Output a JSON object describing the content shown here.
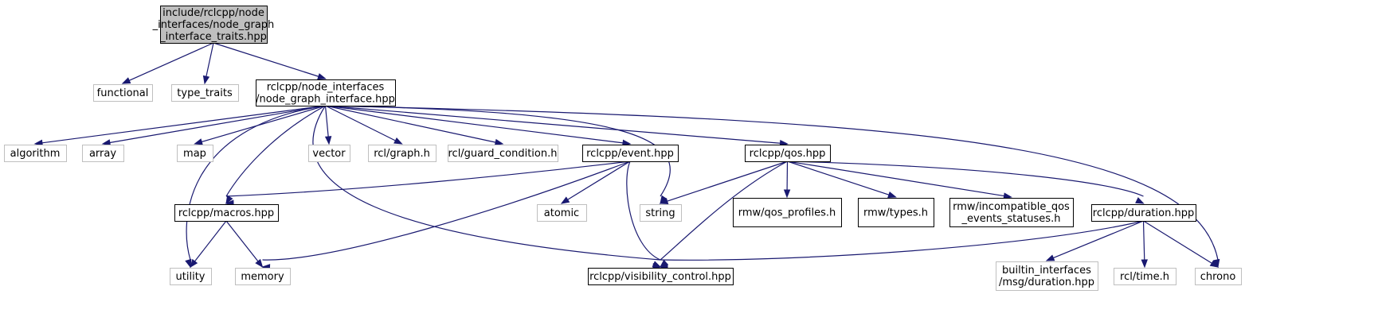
{
  "colors": {
    "root_fill": "#bfbfbf",
    "root_stroke": "#000000",
    "local_stroke": "#000000",
    "system_stroke": "#bfbfbf",
    "text": "#000000",
    "edge": "#191970"
  },
  "nodes": [
    {
      "id": "root",
      "kind": "root",
      "lines": [
        "include/rclcpp/node",
        "_interfaces/node_graph",
        "_interface_traits.hpp"
      ]
    },
    {
      "id": "functional",
      "kind": "system",
      "lines": [
        "functional"
      ]
    },
    {
      "id": "type_traits",
      "kind": "system",
      "lines": [
        "type_traits"
      ]
    },
    {
      "id": "ngi",
      "kind": "local",
      "lines": [
        "rclcpp/node_interfaces",
        "/node_graph_interface.hpp"
      ]
    },
    {
      "id": "algorithm",
      "kind": "system",
      "lines": [
        "algorithm"
      ]
    },
    {
      "id": "array",
      "kind": "system",
      "lines": [
        "array"
      ]
    },
    {
      "id": "map",
      "kind": "system",
      "lines": [
        "map"
      ]
    },
    {
      "id": "vector",
      "kind": "system",
      "lines": [
        "vector"
      ]
    },
    {
      "id": "rcl_graph",
      "kind": "system",
      "lines": [
        "rcl/graph.h"
      ]
    },
    {
      "id": "rcl_guard",
      "kind": "system",
      "lines": [
        "rcl/guard_condition.h"
      ]
    },
    {
      "id": "event",
      "kind": "local",
      "lines": [
        "rclcpp/event.hpp"
      ]
    },
    {
      "id": "qos",
      "kind": "local",
      "lines": [
        "rclcpp/qos.hpp"
      ]
    },
    {
      "id": "macros",
      "kind": "local",
      "lines": [
        "rclcpp/macros.hpp"
      ]
    },
    {
      "id": "atomic",
      "kind": "system",
      "lines": [
        "atomic"
      ]
    },
    {
      "id": "string",
      "kind": "system",
      "lines": [
        "string"
      ]
    },
    {
      "id": "qos_profiles",
      "kind": "local",
      "lines": [
        "rmw/qos_profiles.h"
      ]
    },
    {
      "id": "rmw_types",
      "kind": "local",
      "lines": [
        "rmw/types.h"
      ]
    },
    {
      "id": "incompat",
      "kind": "local",
      "lines": [
        "rmw/incompatible_qos",
        "_events_statuses.h"
      ]
    },
    {
      "id": "duration",
      "kind": "local",
      "lines": [
        "rclcpp/duration.hpp"
      ]
    },
    {
      "id": "utility",
      "kind": "system",
      "lines": [
        "utility"
      ]
    },
    {
      "id": "memory",
      "kind": "system",
      "lines": [
        "memory"
      ]
    },
    {
      "id": "visibility",
      "kind": "local",
      "lines": [
        "rclcpp/visibility_control.hpp"
      ]
    },
    {
      "id": "builtin_dur",
      "kind": "system",
      "lines": [
        "builtin_interfaces",
        "/msg/duration.hpp"
      ]
    },
    {
      "id": "rcl_time",
      "kind": "system",
      "lines": [
        "rcl/time.h"
      ]
    },
    {
      "id": "chrono",
      "kind": "system",
      "lines": [
        "chrono"
      ]
    }
  ],
  "edges": [
    {
      "from": "root",
      "to": "functional"
    },
    {
      "from": "root",
      "to": "type_traits"
    },
    {
      "from": "root",
      "to": "ngi"
    },
    {
      "from": "ngi",
      "to": "algorithm"
    },
    {
      "from": "ngi",
      "to": "array"
    },
    {
      "from": "ngi",
      "to": "map"
    },
    {
      "from": "ngi",
      "to": "vector"
    },
    {
      "from": "ngi",
      "to": "rcl_graph"
    },
    {
      "from": "ngi",
      "to": "rcl_guard"
    },
    {
      "from": "ngi",
      "to": "event"
    },
    {
      "from": "ngi",
      "to": "qos"
    },
    {
      "from": "ngi",
      "to": "macros"
    },
    {
      "from": "ngi",
      "to": "utility"
    },
    {
      "from": "ngi",
      "to": "visibility"
    },
    {
      "from": "ngi",
      "to": "string"
    },
    {
      "from": "ngi",
      "to": "chrono"
    },
    {
      "from": "event",
      "to": "macros"
    },
    {
      "from": "event",
      "to": "atomic"
    },
    {
      "from": "event",
      "to": "memory"
    },
    {
      "from": "event",
      "to": "visibility"
    },
    {
      "from": "qos",
      "to": "string"
    },
    {
      "from": "qos",
      "to": "qos_profiles"
    },
    {
      "from": "qos",
      "to": "rmw_types"
    },
    {
      "from": "qos",
      "to": "incompat"
    },
    {
      "from": "qos",
      "to": "duration"
    },
    {
      "from": "qos",
      "to": "visibility"
    },
    {
      "from": "macros",
      "to": "utility"
    },
    {
      "from": "macros",
      "to": "memory"
    },
    {
      "from": "duration",
      "to": "visibility"
    },
    {
      "from": "duration",
      "to": "builtin_dur"
    },
    {
      "from": "duration",
      "to": "rcl_time"
    },
    {
      "from": "duration",
      "to": "chrono"
    }
  ]
}
